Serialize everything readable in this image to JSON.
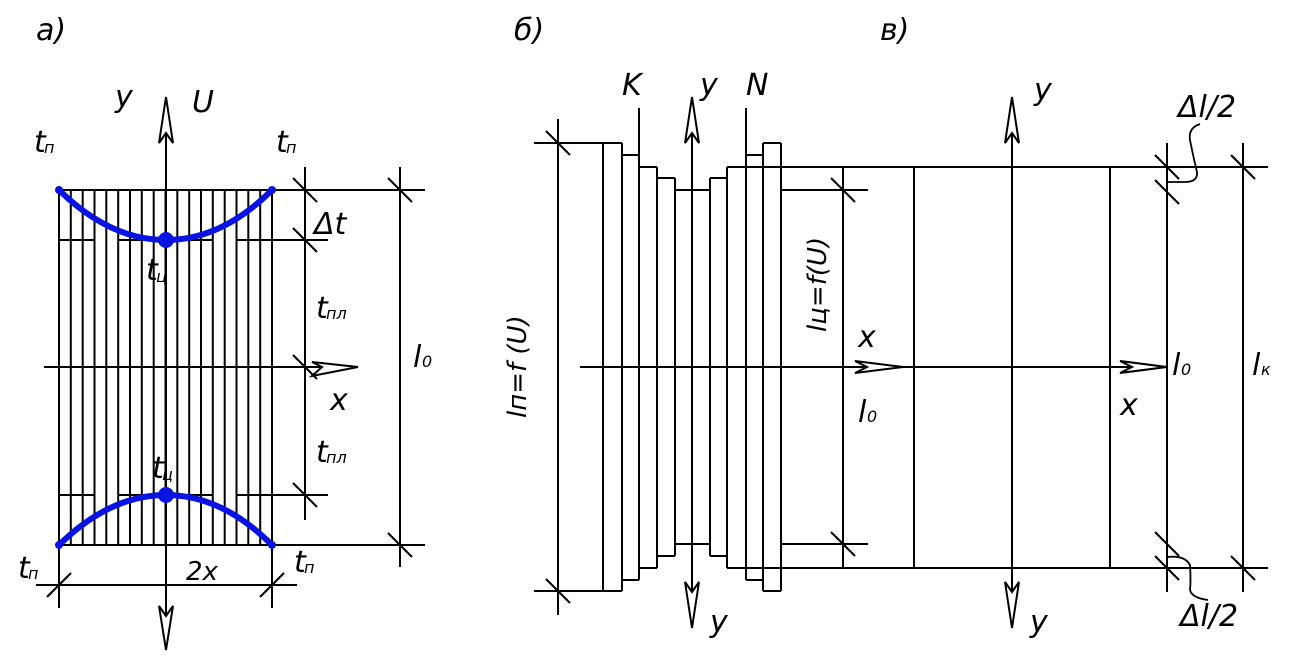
{
  "panels": {
    "a": {
      "title": "a)",
      "axis_y": "y",
      "velocity": "U",
      "axis_x": "x",
      "t_edge": "t",
      "t_edge_sub": "п",
      "t_center": "t",
      "t_center_sub": "ц",
      "delta_t": "Δt",
      "t_plastic": "t",
      "t_plastic_sub": "пл",
      "length": "l",
      "length_sub": "0",
      "width_dim": "2x"
    },
    "b": {
      "title": "б)",
      "marker_k": "K",
      "marker_n": "N",
      "axis_y": "y",
      "axis_x": "x",
      "edge_length_formula": "lп=f (U)",
      "center_length_formula": "lц=f(U)",
      "length": "l",
      "length_sub": "0"
    },
    "c": {
      "title": "в)",
      "axis_y": "y",
      "axis_x": "x",
      "length0": "l",
      "length0_sub": "0",
      "lengthk": "l",
      "lengthk_sub": "к",
      "delta_half_top": "Δl/2",
      "delta_half_bottom": "Δl/2"
    }
  },
  "colors": {
    "line": "#000000",
    "temperature_curve": "#0a14e0"
  }
}
